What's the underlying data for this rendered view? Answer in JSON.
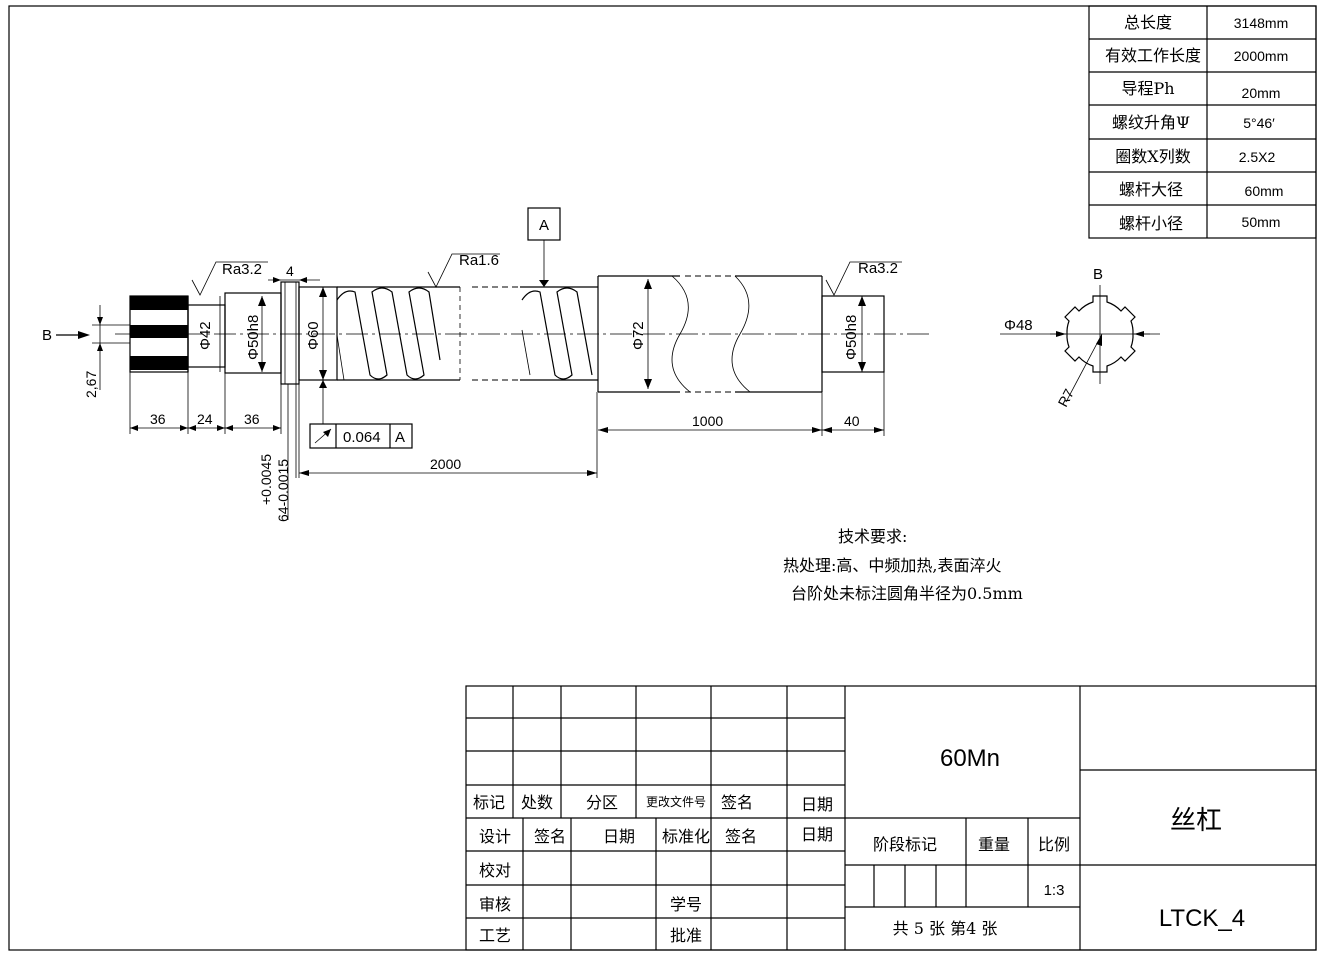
{
  "params": {
    "rows": [
      {
        "label": "总长度",
        "value": "3148mm"
      },
      {
        "label": "有效工作长度",
        "value": "2000mm"
      },
      {
        "label": "导程Ph",
        "value": "20mm"
      },
      {
        "label": "螺纹升角Ψ",
        "value": "5°46′"
      },
      {
        "label": "圈数X列数",
        "value": "2.5X2"
      },
      {
        "label": "螺杆大径",
        "value": "60mm"
      },
      {
        "label": "螺杆小径",
        "value": "50mm"
      }
    ]
  },
  "drawing": {
    "datum_label": "A",
    "view_b_arrow": "B",
    "view_b_label": "B",
    "roughness": [
      "Ra3.2",
      "Ra1.6",
      "Ra3.2"
    ],
    "diameters": [
      "Φ42",
      "Φ50h8",
      "Φ60",
      "Φ72",
      "Φ50h8",
      "Φ48"
    ],
    "dims": {
      "d36a": "36",
      "d24": "24",
      "d36b": "36",
      "d4": "4",
      "d2_67": "2,67",
      "d2000": "2000",
      "d1000": "1000",
      "d40": "40",
      "tol_upper": "+0.0045",
      "tol_base": "64-0.0015",
      "r7": "R7"
    },
    "runout": {
      "value": "0.064",
      "datum": "A"
    }
  },
  "notes": {
    "title": "技术要求:",
    "line1": "热处理:高、中频加热,表面淬火",
    "line2": "台阶处未标注圆角半径为0.5mm"
  },
  "title_block": {
    "rev_headers": [
      "标记",
      "处数",
      "分区",
      "更改文件号",
      "签名",
      "日期"
    ],
    "row_design": [
      "设计",
      "签名",
      "日期",
      "标准化",
      "签名",
      "日期"
    ],
    "check": "校对",
    "review": "审核",
    "process": "工艺",
    "student_no": "学号",
    "approve": "批准",
    "material": "60Mn",
    "stage": "阶段标记",
    "weight": "重量",
    "scale_label": "比例",
    "scale": "1:3",
    "sheets": "共 5 张   第4 张",
    "part_name": "丝杠",
    "drawing_no": "LTCK_4"
  }
}
